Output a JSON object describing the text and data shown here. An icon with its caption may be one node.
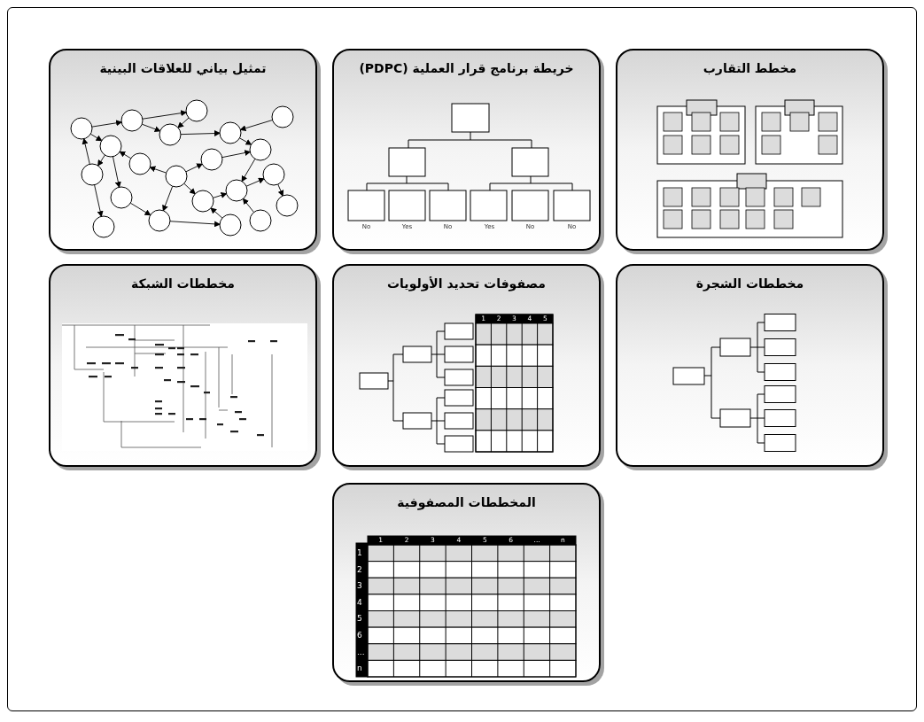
{
  "diagram": {
    "nodes": [
      {
        "text": [
          "مخطط التقارب"
        ]
      },
      {
        "text": [
          "خريطة برنامج قرار العملية (PDPC)"
        ]
      },
      {
        "text": [
          "تمثيل بياني للعلاقات البينية"
        ]
      },
      {
        "text": [
          "مخططات الشجرة"
        ]
      },
      {
        "text": [
          "مصفوفات تحديد الأولويات"
        ]
      },
      {
        "text": [
          "مخططات الشبكة"
        ]
      },
      {
        "text": [
          "المخططات المصفوفية"
        ]
      }
    ],
    "labels": [
      "No",
      "Yes",
      "No",
      "Yes",
      "No",
      "No",
      "1",
      "2",
      "3",
      "4",
      "5",
      "1",
      "2",
      "3",
      "4",
      "5",
      "6",
      "...",
      "n",
      "1",
      "2",
      "3",
      "4",
      "5",
      "6",
      "...",
      "n"
    ]
  }
}
